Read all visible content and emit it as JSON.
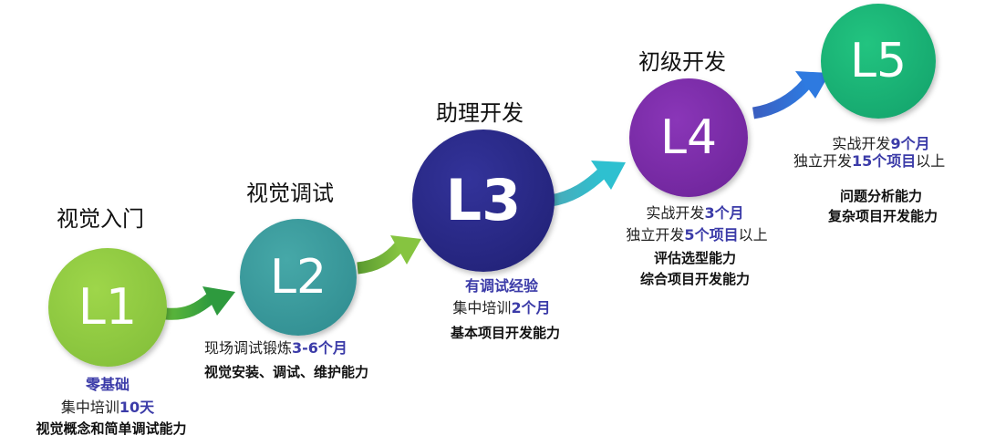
{
  "levels": [
    {
      "id": "L1",
      "label": "L1",
      "title": "视觉入门",
      "circle_color": "#8cc540",
      "req_line": "零基础",
      "train_prefix": "集中培训",
      "train_value": "10天",
      "ability": "视觉概念和简单调试能力"
    },
    {
      "id": "L2",
      "label": "L2",
      "title": "视觉调试",
      "circle_color": "#3a9a9a",
      "train_prefix": "现场调试锻炼",
      "train_value": "3-6个月",
      "ability": "视觉安装、调试、维护能力"
    },
    {
      "id": "L3",
      "label": "L3",
      "title": "助理开发",
      "circle_color": "#2a2a86",
      "req_line": "有调试经验",
      "train_prefix": "集中培训",
      "train_value": "2个月",
      "ability": "基本项目开发能力"
    },
    {
      "id": "L4",
      "label": "L4",
      "title": "初级开发",
      "circle_color": "#7a2aa8",
      "practice_prefix": "实战开发",
      "practice_value": "3个月",
      "independent_prefix": "独立开发",
      "independent_value": "5个项目",
      "independent_suffix": "以上",
      "ability_1": "评估选型能力",
      "ability_2": "综合项目开发能力"
    },
    {
      "id": "L5",
      "label": "L5",
      "title": "",
      "circle_color": "#1ab37a",
      "practice_prefix": "实战开发",
      "practice_value": "9个月",
      "independent_prefix": "独立开发",
      "independent_value": "15个项目",
      "independent_suffix": "以上",
      "ability_1": "问题分析能力",
      "ability_2": "复杂项目开发能力"
    }
  ],
  "arrows": [
    {
      "from": "L1",
      "to": "L2",
      "color": "#4aaa3a"
    },
    {
      "from": "L2",
      "to": "L3",
      "color": "#6aaa3a"
    },
    {
      "from": "L3",
      "to": "L4",
      "color": "#3aaec0"
    },
    {
      "from": "L4",
      "to": "L5",
      "color": "#3a6ad0"
    }
  ]
}
